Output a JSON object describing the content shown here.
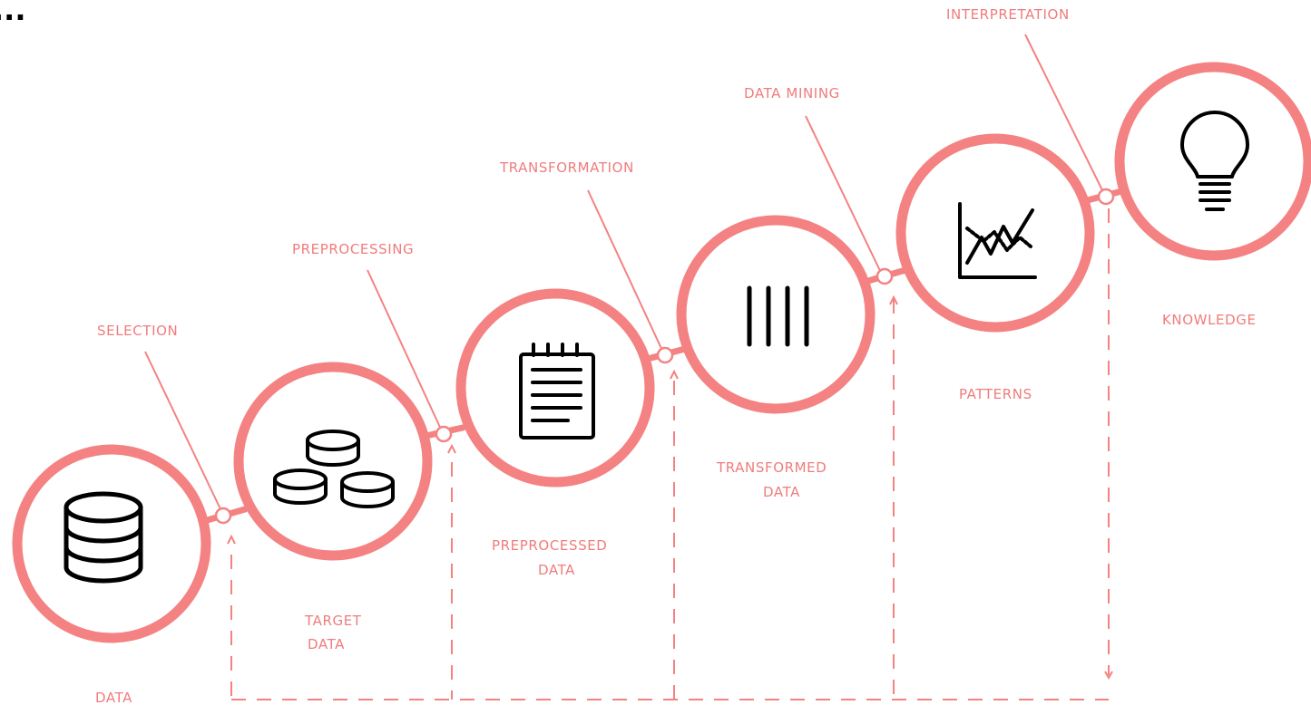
{
  "title_fragment": "...",
  "process_steps": {
    "selection": "SELECTION",
    "preprocessing": "PREPROCESSING",
    "transformation": "TRANSFORMATION",
    "data_mining": "DATA MINING",
    "interpretation": "INTERPRETATION"
  },
  "stages": {
    "data": "DATA",
    "target_data": [
      "TARGET",
      "DATA"
    ],
    "preprocessed_data": [
      "PREPROCESSED",
      "DATA"
    ],
    "transformed_data": [
      "TRANSFORMED",
      "DATA"
    ],
    "patterns": "PATTERNS",
    "knowledge": "KNOWLEDGE"
  },
  "colors": {
    "accent": "#f48282",
    "label": "#f07c7c",
    "icon": "#000000"
  },
  "icons": [
    "database-icon",
    "coins-icon",
    "notepad-icon",
    "bars-icon",
    "line-chart-icon",
    "lightbulb-icon"
  ]
}
